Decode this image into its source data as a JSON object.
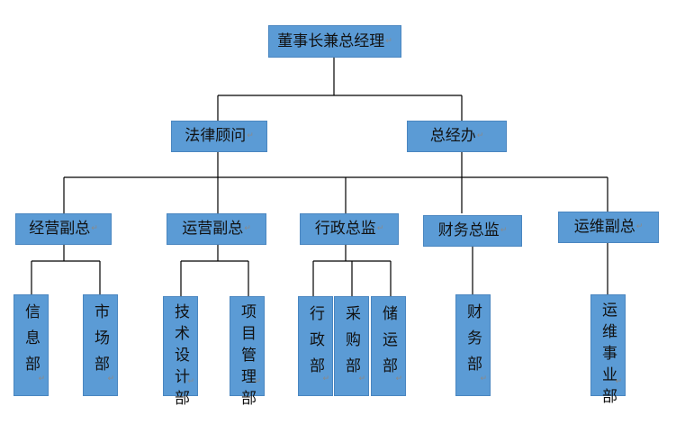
{
  "org_chart": {
    "top": "董事长兼总经理",
    "level2": {
      "legal": "法律顾问",
      "office": "总经办"
    },
    "level3": {
      "operation_deputy": "经营副总",
      "running_deputy": "运营副总",
      "admin_director": "行政总监",
      "finance_director": "财务总监",
      "maintenance_deputy": "运维副总"
    },
    "departments": {
      "info": "信息部",
      "market": "市场部",
      "tech_design": "技术设计部",
      "project_mgmt": "项目管理部",
      "admin": "行政部",
      "purchase": "采购部",
      "storage": "储运部",
      "finance": "财务部",
      "maintenance": "运维事业部"
    },
    "paragraph_mark": "↵"
  }
}
